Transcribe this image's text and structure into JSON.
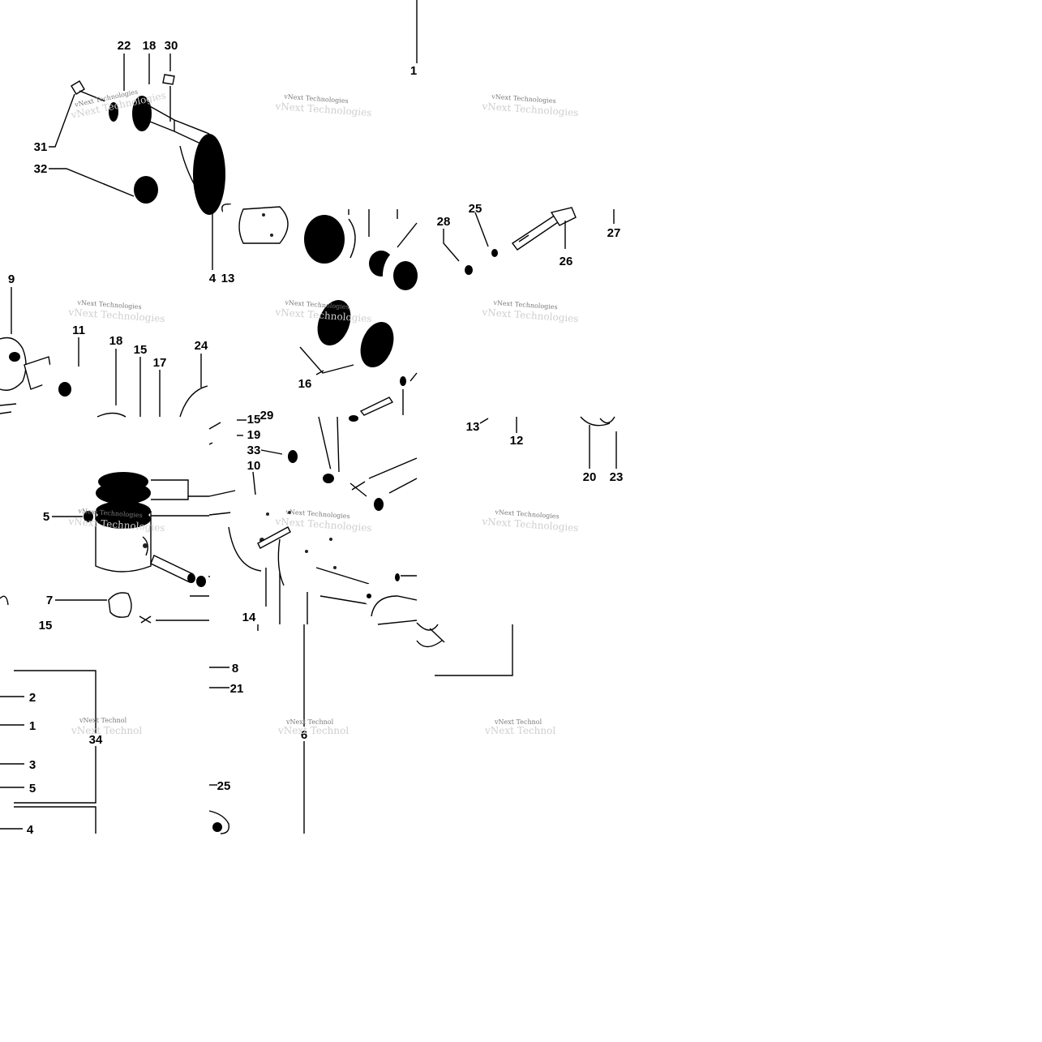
{
  "diagram": {
    "watermark": "vNext Technologies",
    "watermark_partial": "vNext Technol",
    "callouts": {
      "c1_top": "1",
      "c22": "22",
      "c18_top": "18",
      "c30": "30",
      "c31": "31",
      "c32": "32",
      "c4_mid": "4",
      "c13_mid": "13",
      "c28": "28",
      "c25_top": "25",
      "c26": "26",
      "c27": "27",
      "c9": "9",
      "c11": "11",
      "c18_left": "18",
      "c15_left": "15",
      "c17": "17",
      "c24": "24",
      "c16": "16",
      "c15_center": "15",
      "c29": "29",
      "c19": "19",
      "c33": "33",
      "c10": "10",
      "c13_right": "13",
      "c12": "12",
      "c20": "20",
      "c23": "23",
      "c5_left": "5",
      "c7": "7",
      "c15_bottom": "15",
      "c14": "14",
      "c8": "8",
      "c21": "21",
      "c2": "2",
      "c1_kit": "1",
      "c34": "34",
      "c3": "3",
      "c5_kit": "5",
      "c4_kit": "4",
      "c6": "6",
      "c25_bottom": "25"
    }
  }
}
